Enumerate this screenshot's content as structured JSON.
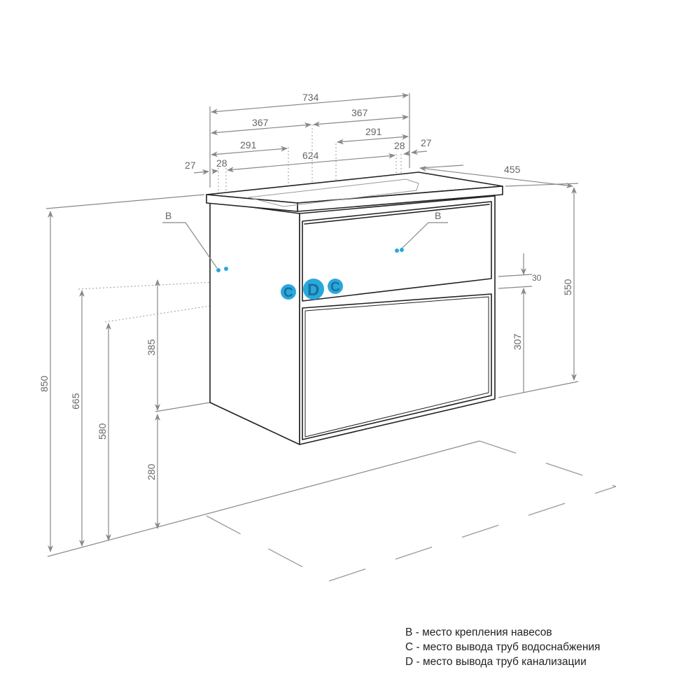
{
  "dimensions": {
    "total_width": "734",
    "half_left": "367",
    "half_right": "367",
    "supply_left": "291",
    "supply_right": "291",
    "inner_width": "624",
    "edge_left": "27",
    "mount_left": "28",
    "mount_right": "28",
    "edge_right": "27",
    "depth": "455",
    "total_height": "850",
    "mount_height": "665",
    "supply_height": "580",
    "cabinet_to_mount": "385",
    "floor_clearance": "280",
    "cabinet_height": "550",
    "drawer_gap": "30",
    "lower_drawer_height": "307"
  },
  "markers": {
    "b_left": "B",
    "b_right": "B",
    "c_left": "C",
    "d": "D",
    "c_right": "C"
  },
  "legend": [
    "B - место крепления навесов",
    "C - место вывода труб водоснабжения",
    "D - место вывода труб канализации"
  ],
  "colors": {
    "marker": "#29a8dc",
    "line": "#222222",
    "dimension": "#888888"
  }
}
